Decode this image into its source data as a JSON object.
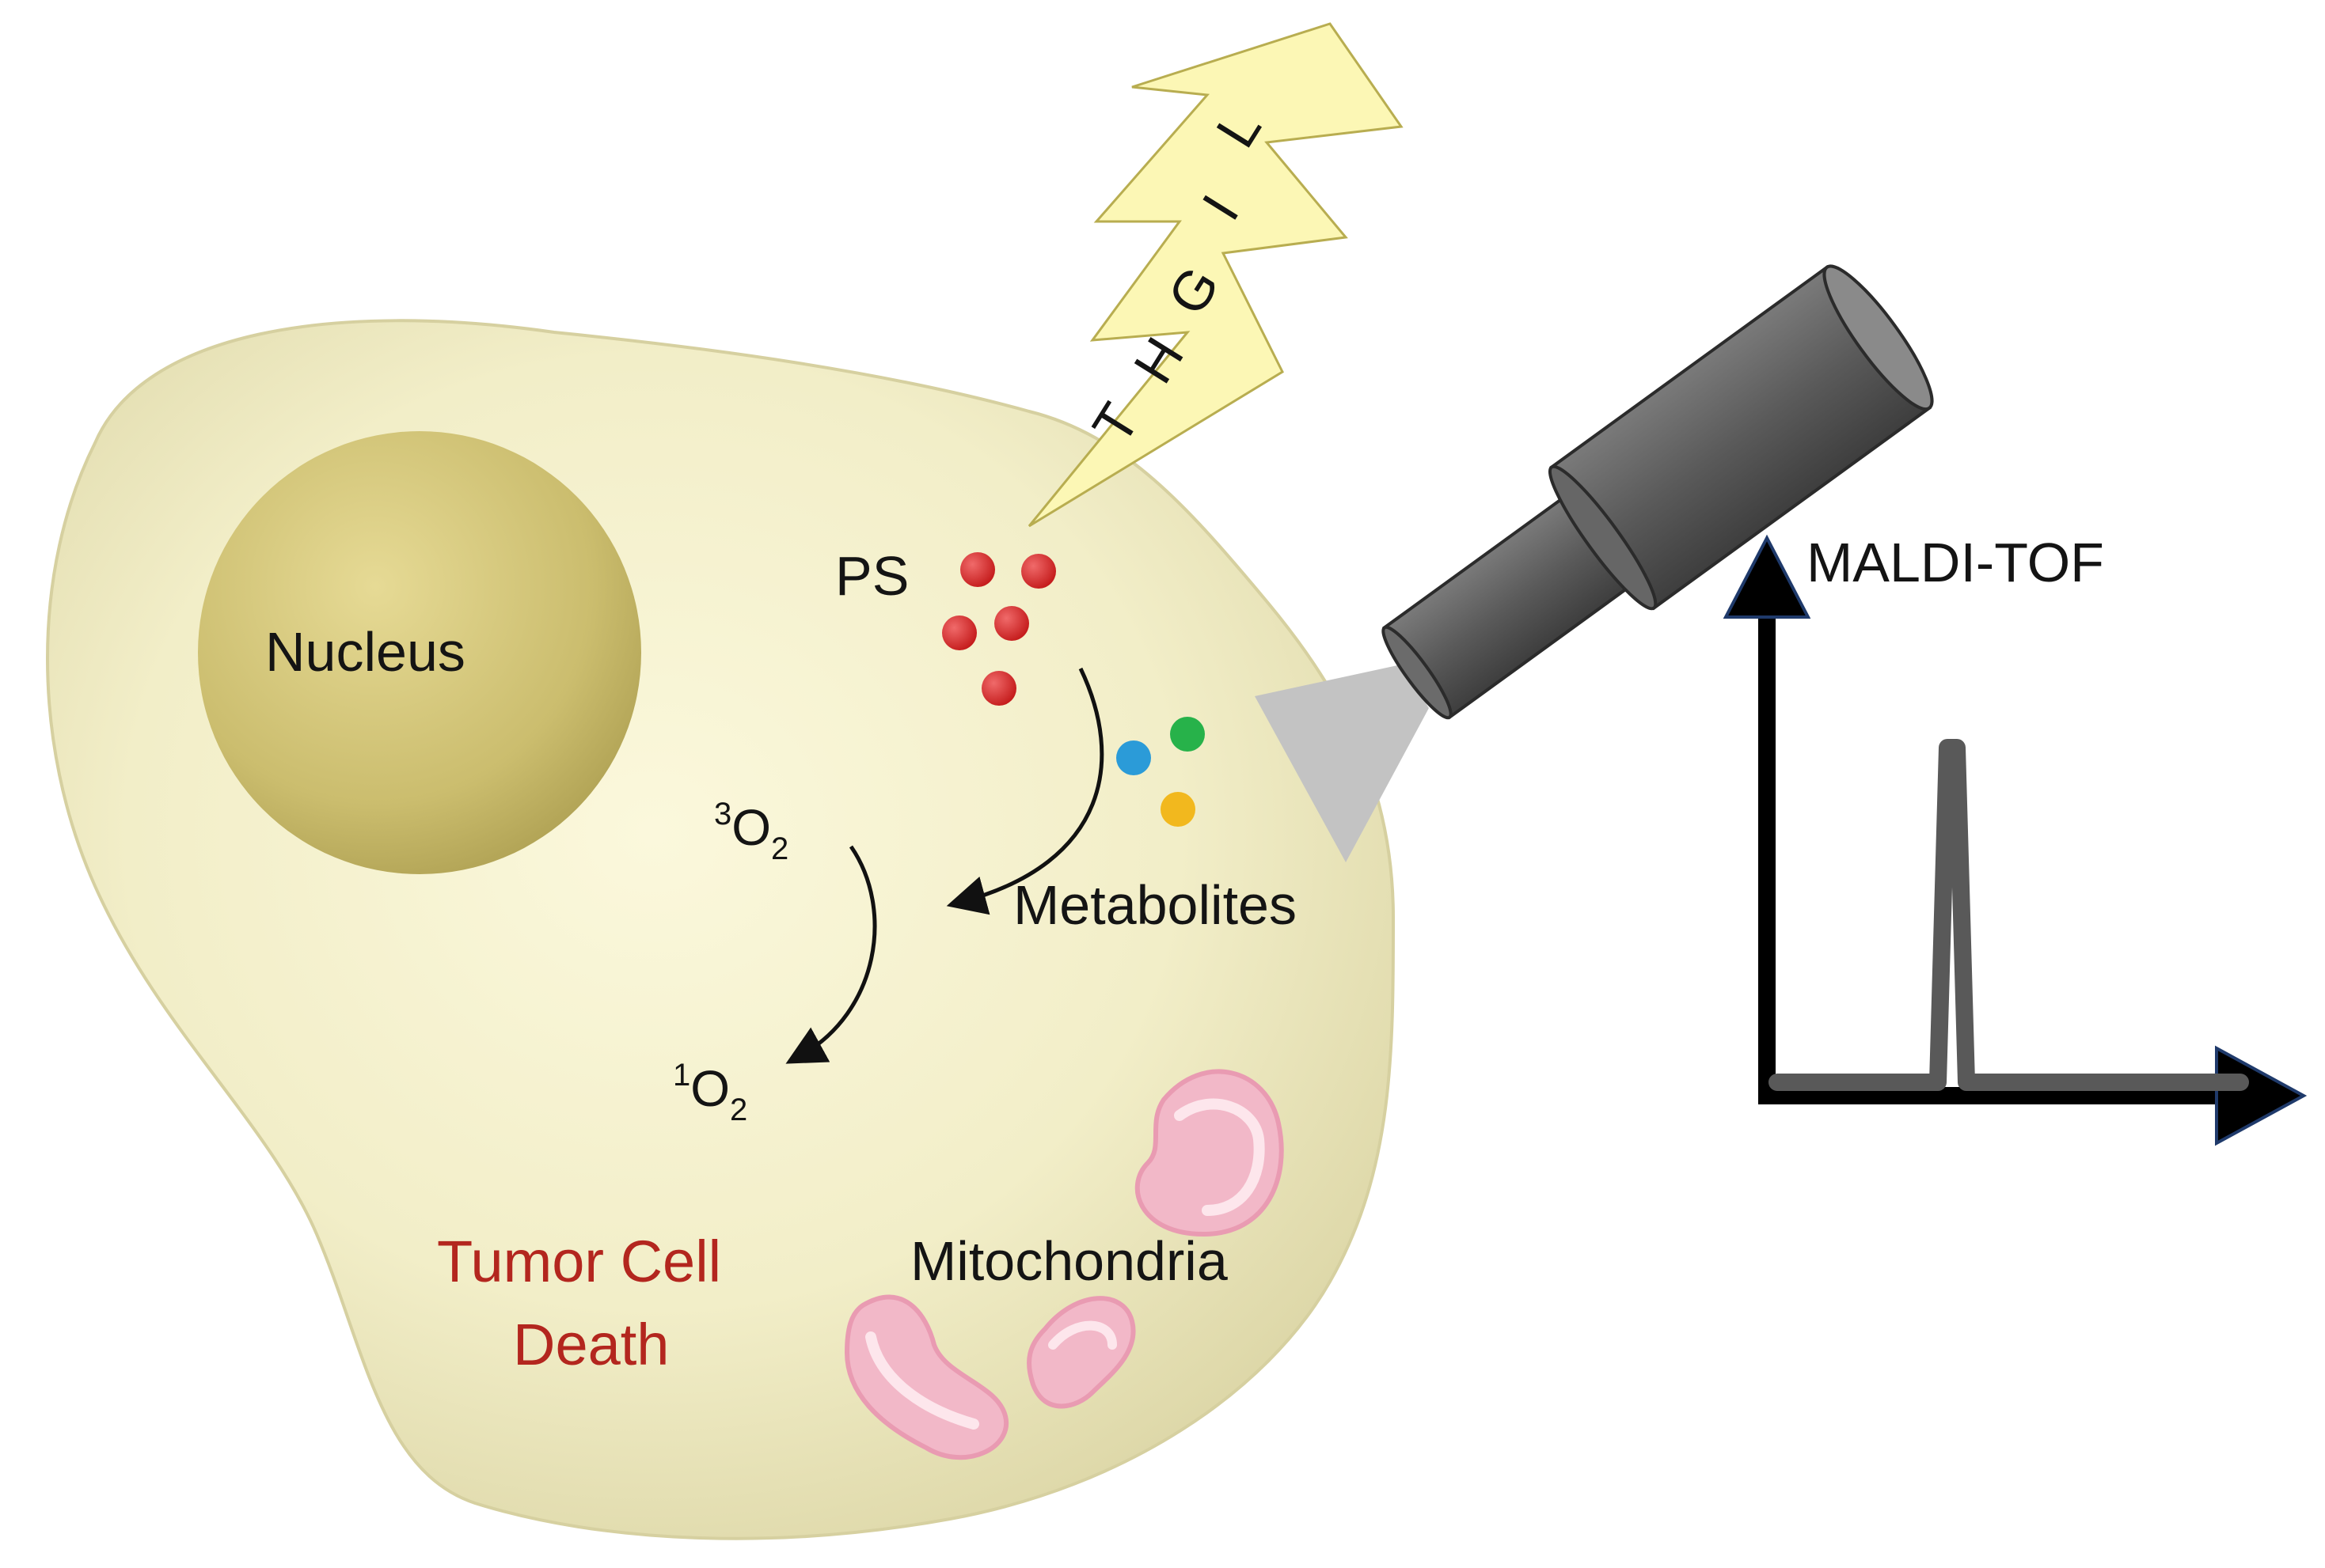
{
  "labels": {
    "light_letters": [
      "L",
      "I",
      "G",
      "H",
      "T"
    ],
    "ps": "PS",
    "nucleus": "Nucleus",
    "metabolites": "Metabolites",
    "triplet_oxygen": {
      "superscript": "3",
      "base": "O",
      "subscript": "2"
    },
    "singlet_oxygen": {
      "superscript": "1",
      "base": "O",
      "subscript": "2"
    },
    "tumor_cell_death_line1": "Tumor Cell",
    "tumor_cell_death_line2": "Death",
    "mitochondria": "Mitochondria",
    "instrument": "MALDI-TOF"
  },
  "colors": {
    "cell_fill": "#ede9bd",
    "nucleus_fill": "#cdbf72",
    "lightning_fill": "#fcf7b5",
    "ps_dots": "#d72626",
    "metabolite_blue": "#2b9bd8",
    "metabolite_green": "#27b24a",
    "metabolite_yellow": "#f2b81e",
    "mitochondria_fill": "#f2b8c8",
    "instrument_gray": "#5b5b5b",
    "spectrum_axes": "#000000",
    "spectrum_trace": "#595959",
    "death_label": "#b3261e"
  },
  "spectrum": {
    "peaks": 1
  }
}
